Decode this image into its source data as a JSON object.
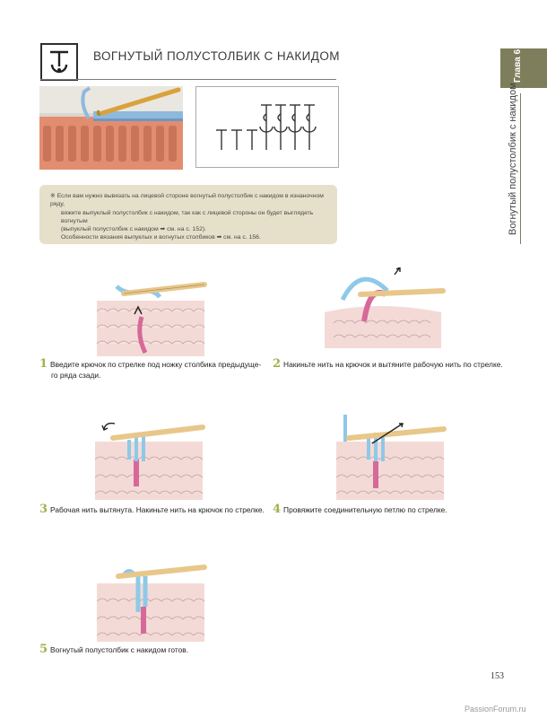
{
  "header": {
    "title": "ВОГНУТЫЙ ПОЛУСТОЛБИК С НАКИДОМ"
  },
  "sidebar": {
    "chapter": "Глава 6",
    "section_title": "Вогнутый полустолбик с накидом"
  },
  "note": {
    "lines": [
      "※  Если вам нужно вывязать на лицевой стороне вогнутый полустолбик с накидом в изнаночном ряду,",
      "вяжите выпуклый полустолбик с накидом, так как с лицевой стороны он будет выглядеть вогнутым",
      "(выпуклый полустолбик с накидом ➡ см. на с. 152).",
      "Особенности вязания выпуклых и вогнутых столбиков ➡ см. на с. 156."
    ]
  },
  "steps": [
    {
      "num": "1",
      "text": "Введите крючок по стрелке под ножку столбика предыдуще-",
      "text2": "го ряда сзади."
    },
    {
      "num": "2",
      "text": "Накиньте нить на крючок и вытяните рабочую нить по стрелке.",
      "text2": ""
    },
    {
      "num": "3",
      "text": "Рабочая нить вытянута. Накиньте нить на крючок по стрелке.",
      "text2": ""
    },
    {
      "num": "4",
      "text": "Провяжите соединительную петлю по стрелке.",
      "text2": ""
    },
    {
      "num": "5",
      "text": "Вогнутый полустолбик с накидом готов.",
      "text2": ""
    }
  ],
  "page_number": "153",
  "watermark": "PassionForum.ru",
  "colors": {
    "accent": "#a2b04a",
    "tab": "#7e7e5c",
    "note_bg": "#e6dfca",
    "yarn_pink": "#f2d5d2",
    "yarn_blue": "#8ec9e8",
    "hook": "#e8c78a"
  }
}
